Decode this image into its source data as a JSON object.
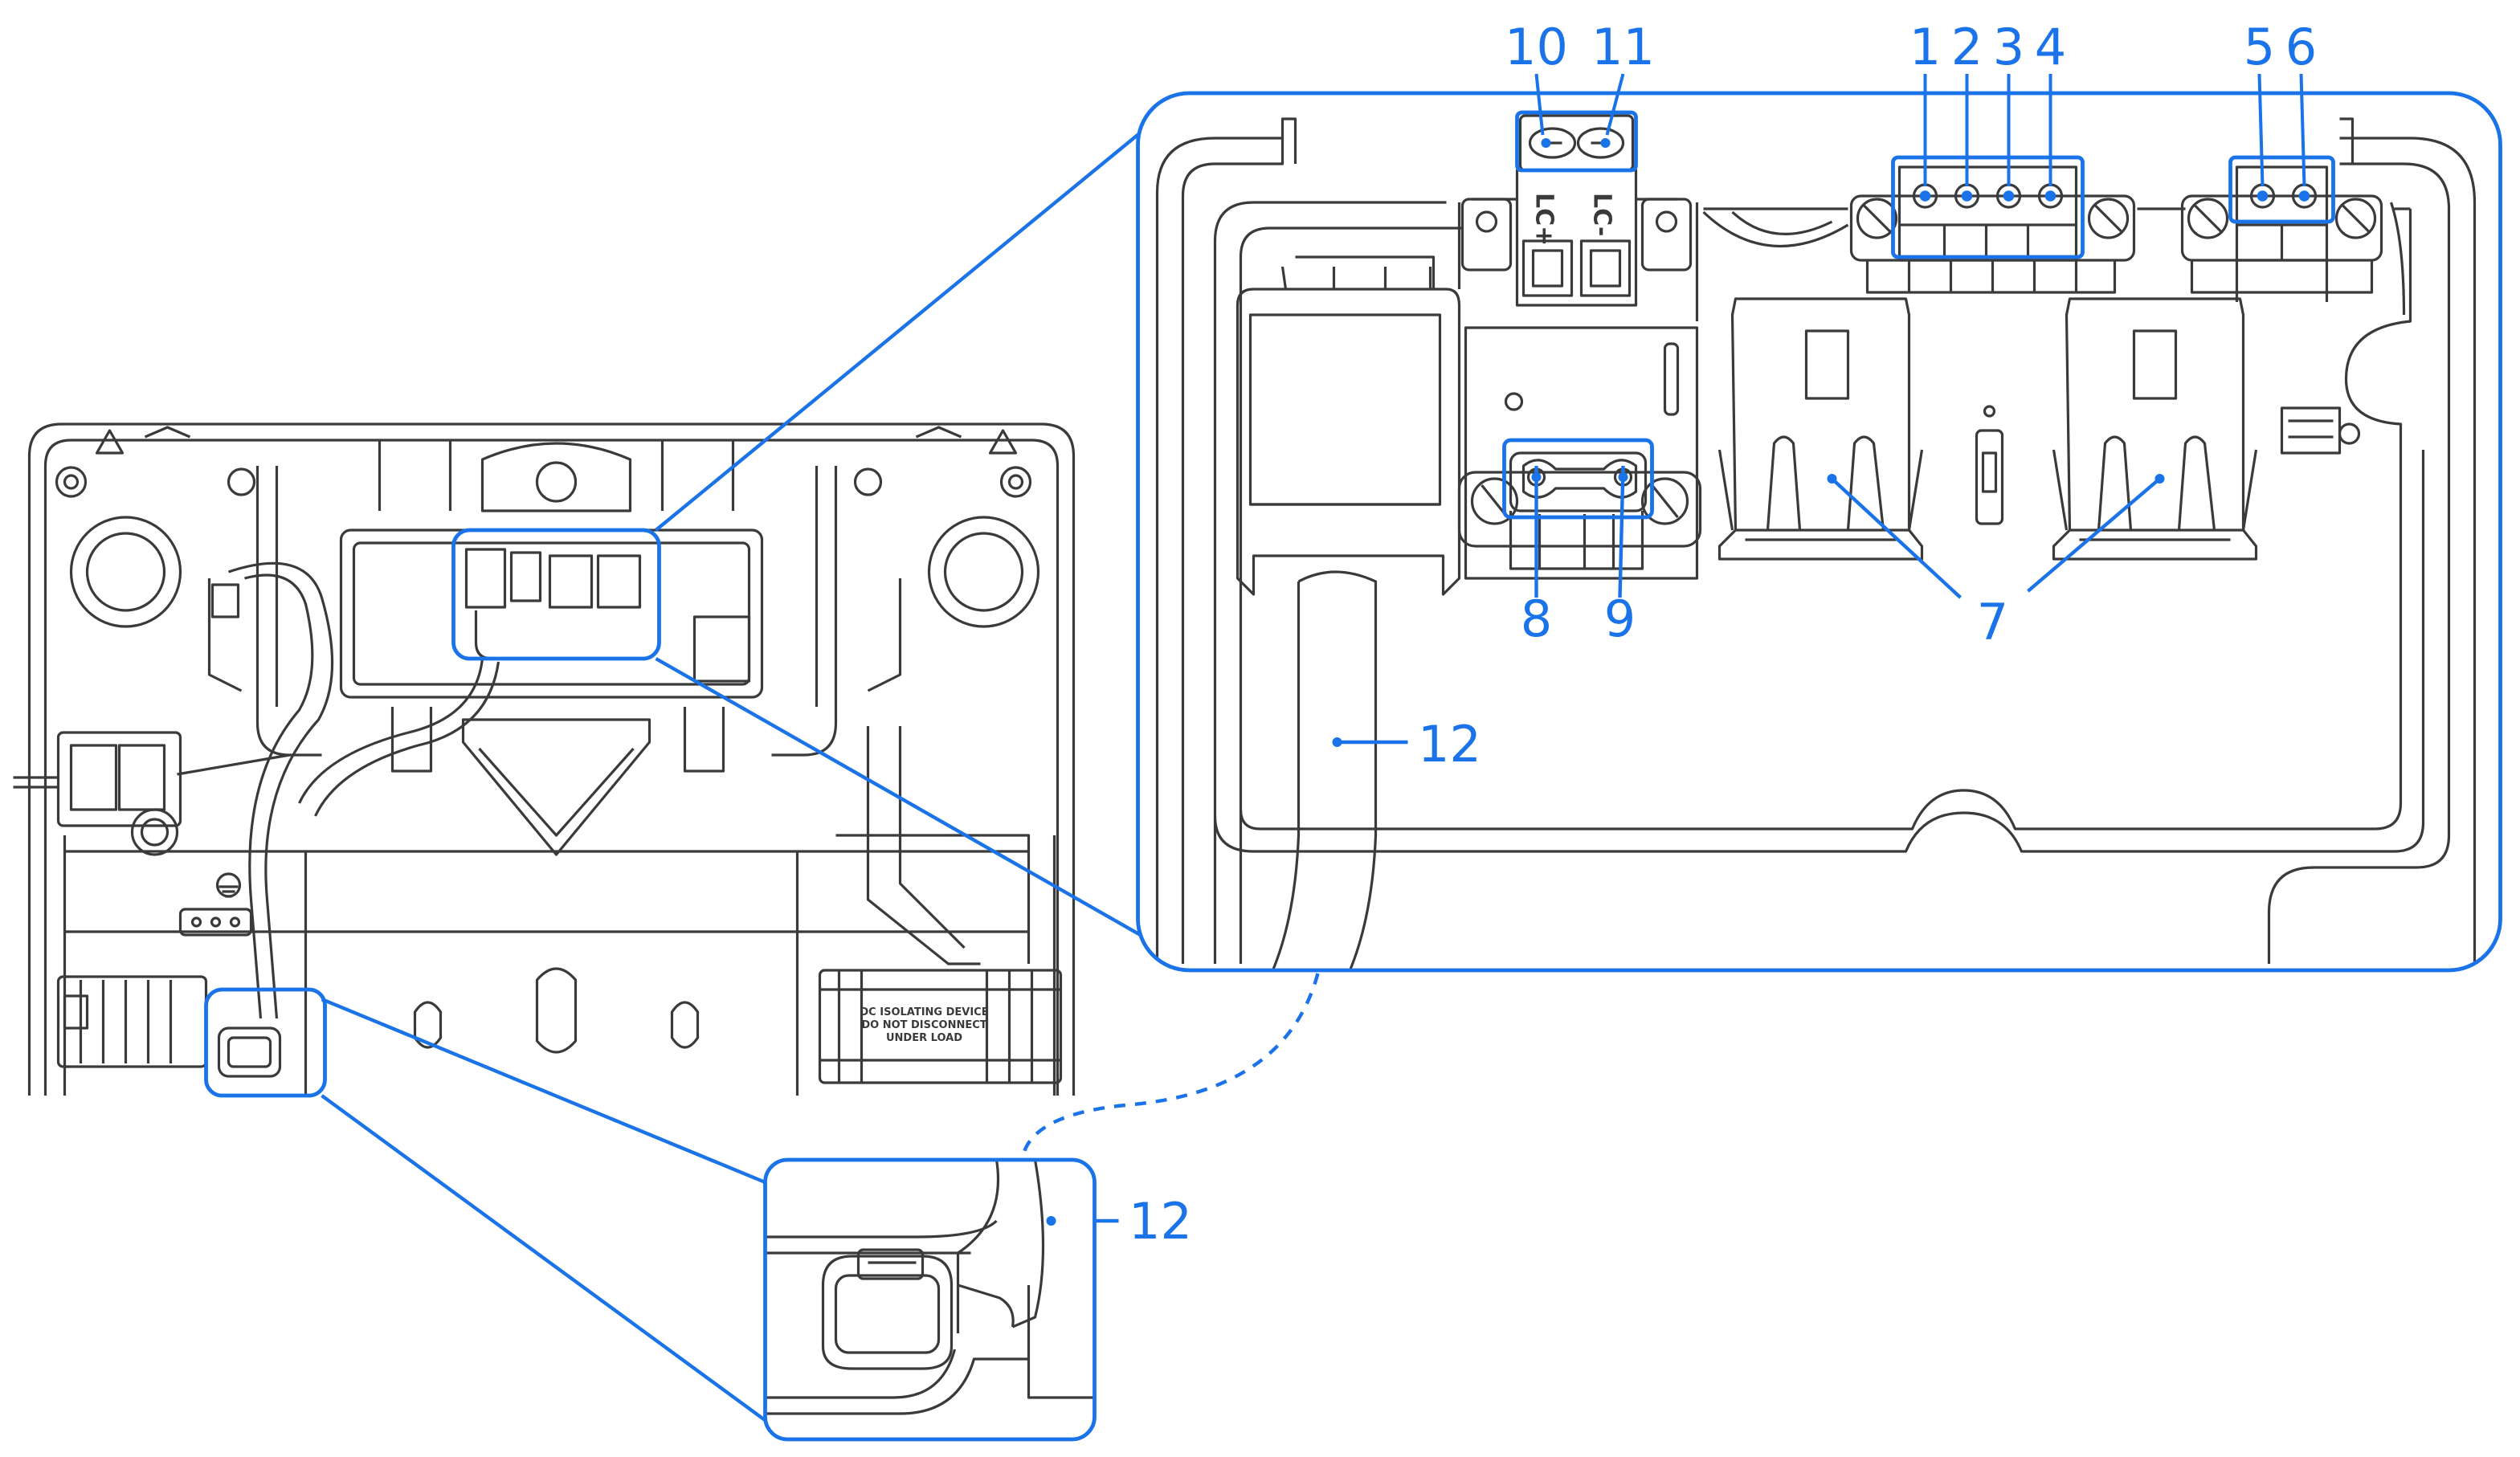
{
  "colors": {
    "accent": "#1a73e8",
    "line_art": "#3a3a3a",
    "background": "#ffffff"
  },
  "callouts": {
    "c1": "1",
    "c2": "2",
    "c3": "3",
    "c4": "4",
    "c5": "5",
    "c6": "6",
    "c7": "7",
    "c8": "8",
    "c9": "9",
    "c10": "10",
    "c11": "11",
    "c12_top": "12",
    "c12_bottom": "12"
  },
  "terminal_labels": {
    "plus": "LC+",
    "minus": "LC-"
  },
  "warning_label": {
    "line1": "DC ISOLATING DEVICE",
    "line2": "DO NOT DISCONNECT",
    "line3": "UNDER LOAD"
  },
  "icons": [
    "ground-symbol-icon",
    "screw-icon",
    "usb-port-icon",
    "terminal-screw-icon"
  ]
}
